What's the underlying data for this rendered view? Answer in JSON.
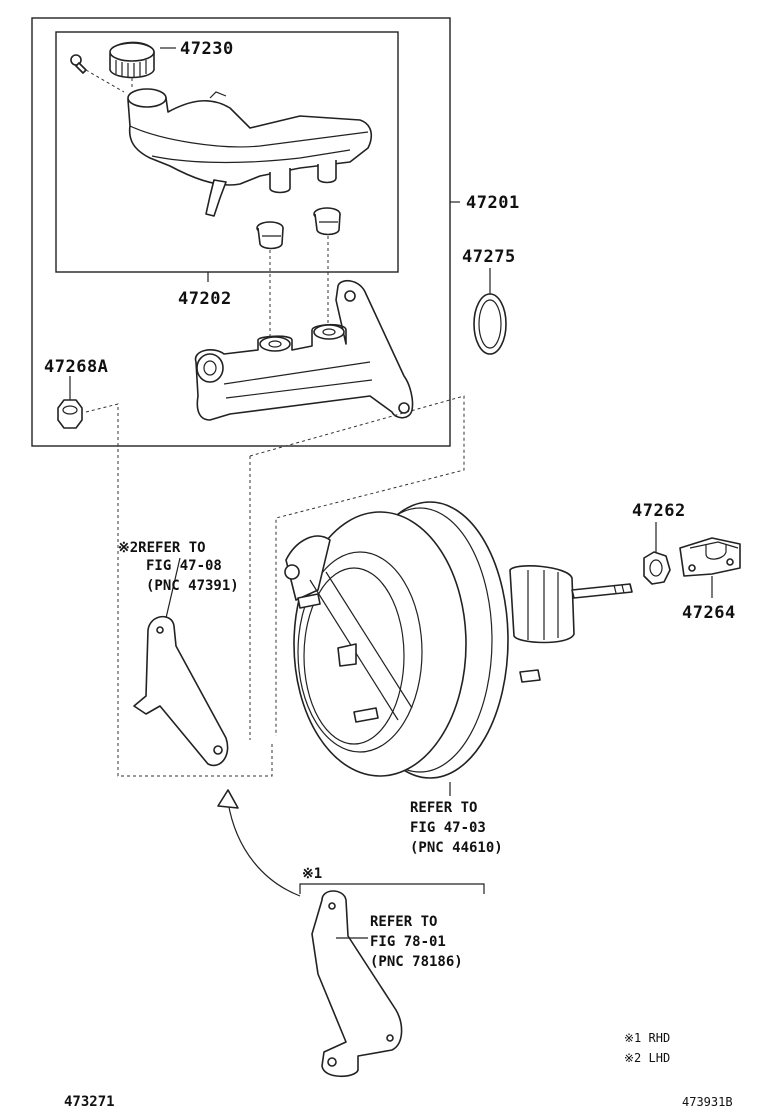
{
  "labels": {
    "p47230": "47230",
    "p47201": "47201",
    "p47275": "47275",
    "p47202": "47202",
    "p47268A": "47268A",
    "p47262": "47262",
    "p47264": "47264"
  },
  "refs": {
    "bracket_lhd": {
      "mark": "※2",
      "line1": "REFER TO",
      "line2": "FIG 47-08",
      "line3": "(PNC 47391)"
    },
    "booster": {
      "line1": "REFER TO",
      "line2": "FIG 47-03",
      "line3": "(PNC 44610)"
    },
    "bracket_rhd": {
      "mark": "※1",
      "line1": "REFER TO",
      "line2": "FIG 78-01",
      "line3": "(PNC 78186)"
    }
  },
  "legend": {
    "rhd": "※1 RHD",
    "lhd": "※2 LHD"
  },
  "footer": {
    "left_code": "473271",
    "right_code": "473931B"
  }
}
